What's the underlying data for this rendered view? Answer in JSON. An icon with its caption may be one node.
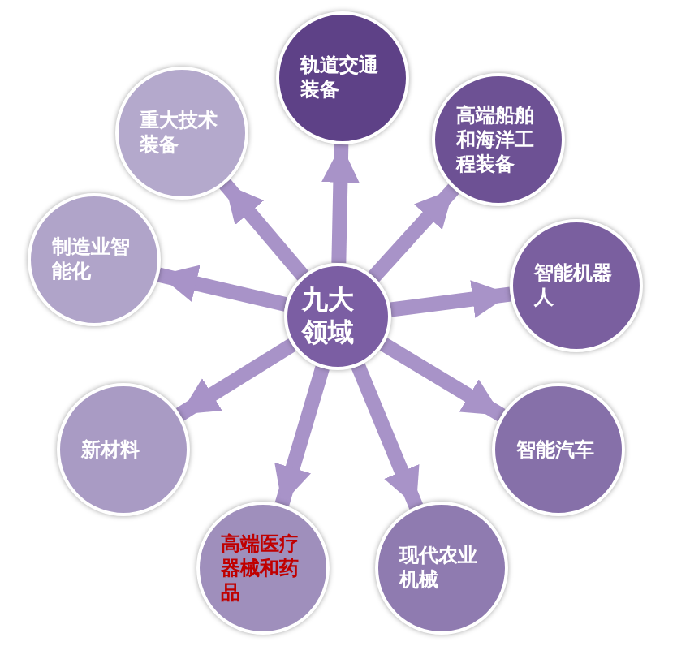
{
  "diagram": {
    "nodes": [
      {
        "text": [
          "九大领域"
        ]
      },
      {
        "text": [
          "轨道交通装备"
        ]
      },
      {
        "text": [
          "高端船舶和海洋工程装备"
        ]
      },
      {
        "text": [
          "智能机器人"
        ]
      },
      {
        "text": [
          "智能汽车"
        ]
      },
      {
        "text": [
          "现代农业机械"
        ]
      },
      {
        "text": [
          "高端医疗器械和药品"
        ]
      },
      {
        "text": [
          "新材料"
        ]
      },
      {
        "text": [
          "制造业智能化"
        ]
      },
      {
        "text": [
          "重大技术装备"
        ]
      }
    ],
    "edges": [
      {
        "from": 0,
        "to": 1,
        "arrow": "to"
      },
      {
        "from": 0,
        "to": 2,
        "arrow": "to"
      },
      {
        "from": 0,
        "to": 3,
        "arrow": "to"
      },
      {
        "from": 0,
        "to": 4,
        "arrow": "to"
      },
      {
        "from": 0,
        "to": 5,
        "arrow": "to"
      },
      {
        "from": 0,
        "to": 6,
        "arrow": "to"
      },
      {
        "from": 0,
        "to": 7,
        "arrow": "to"
      },
      {
        "from": 0,
        "to": 8,
        "arrow": "to"
      },
      {
        "from": 0,
        "to": 9,
        "arrow": "to"
      }
    ]
  }
}
